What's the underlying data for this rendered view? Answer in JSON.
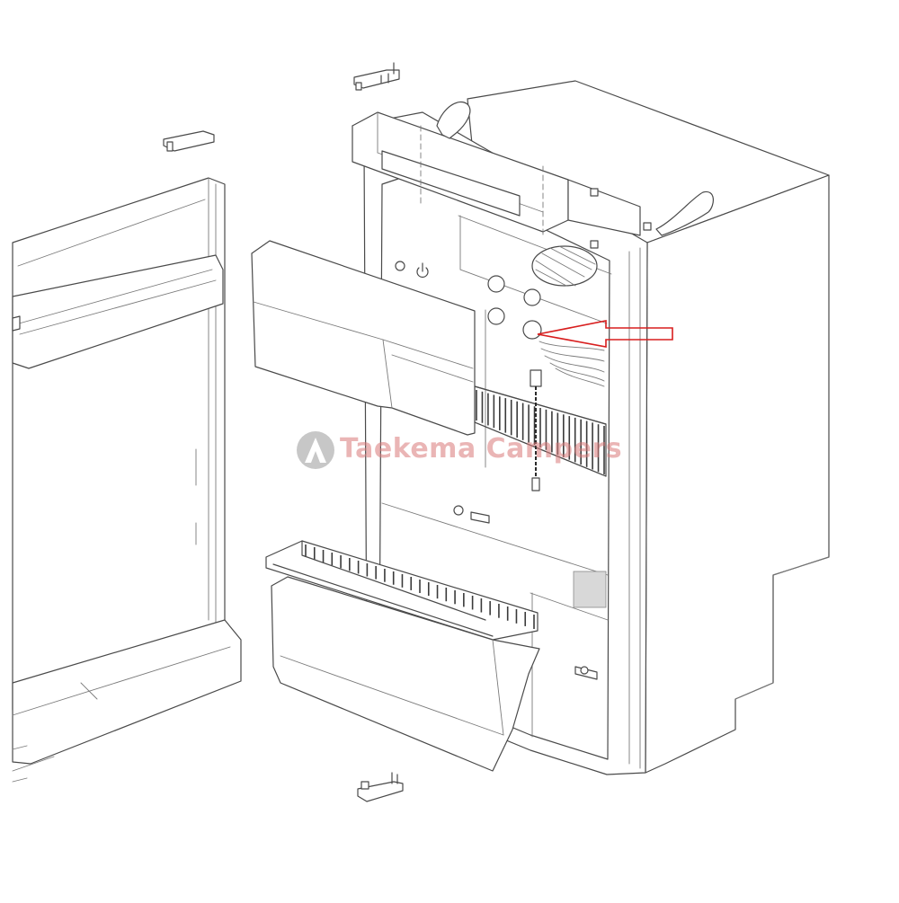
{
  "watermark": {
    "text": "Taekema Campers",
    "logo_icon": "taekema-a-logo-icon",
    "text_color": "#d97a7a",
    "logo_color": "#9a9a9a"
  },
  "callout": {
    "icon": "red-arrow-pointer",
    "color": "#d81e1e",
    "points_to": "thermostat-knob"
  },
  "line_color": "#4a4a4a"
}
